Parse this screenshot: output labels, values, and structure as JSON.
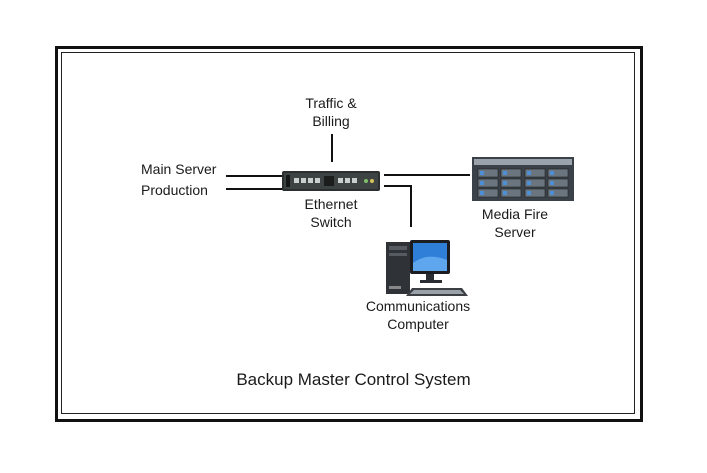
{
  "diagram": {
    "caption": "Backup Master Control System",
    "nodes": {
      "traffic": {
        "line1": "Traffic &",
        "line2": "Billing"
      },
      "main_server": "Main Server",
      "production": "Production",
      "switch": {
        "line1": "Ethernet",
        "line2": "Switch"
      },
      "media": {
        "line1": "Media Fire",
        "line2": "Server"
      },
      "comms": {
        "line1": "Communications",
        "line2": "Computer"
      }
    }
  }
}
